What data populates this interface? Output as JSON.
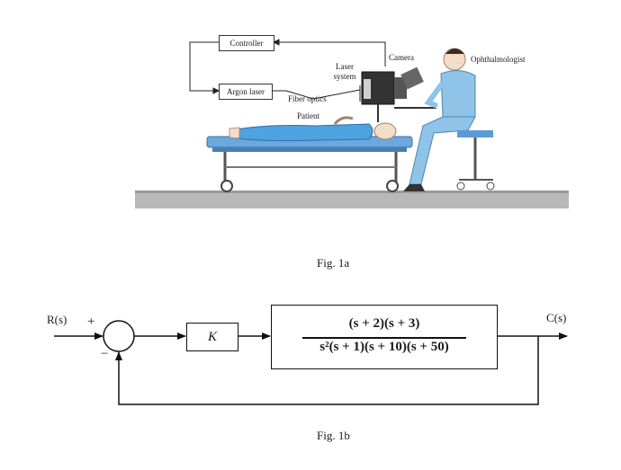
{
  "fig1a": {
    "labels": {
      "controller": "Controller",
      "laser_system_line1": "Laser",
      "laser_system_line2": "system",
      "camera": "Camera",
      "ophthalmologist": "Ophthalmologist",
      "argon_laser": "Argon laser",
      "fiber_optics": "Fiber optics",
      "patient": "Patient"
    },
    "caption": "Fig. 1a"
  },
  "fig1b": {
    "input": "R(s)",
    "output": "C(s)",
    "plus": "+",
    "minus": "−",
    "gain": "K",
    "numerator": "(s + 2)(s + 3)",
    "denominator": "s²(s + 1)(s + 10)(s + 50)",
    "caption": "Fig. 1b"
  },
  "colors": {
    "bed_blue": "#5b9bd5",
    "patient_gown": "#4da3e0",
    "floor": "#b5b5b5",
    "line": "#111111"
  }
}
